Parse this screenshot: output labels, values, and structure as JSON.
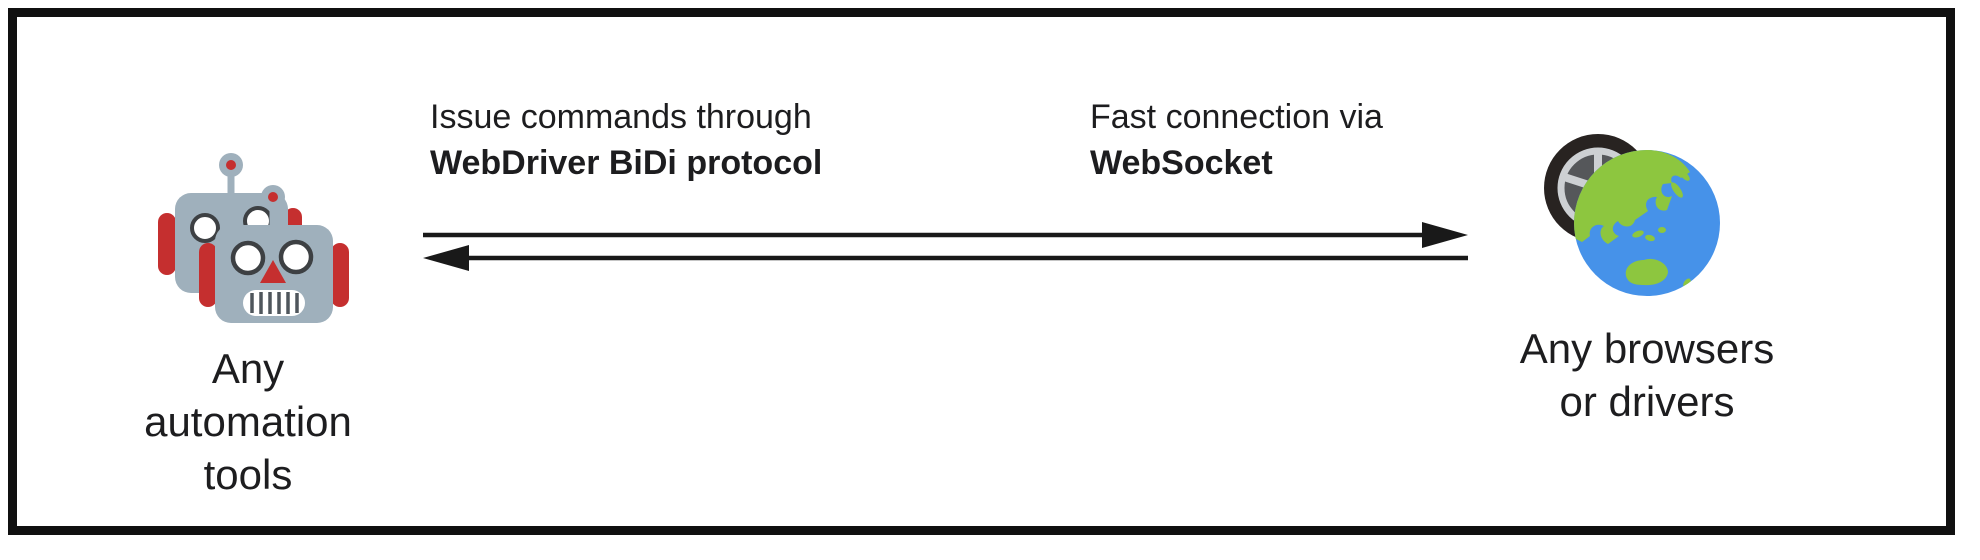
{
  "diagram": {
    "left_node": {
      "icon": "robots-icon",
      "label_lines": [
        "Any",
        "automation",
        "tools"
      ]
    },
    "right_node": {
      "icon": "wheel-globe-icon",
      "label_lines": [
        "Any browsers",
        "or drivers"
      ]
    },
    "annotations": {
      "commands": {
        "line1": "Issue commands through",
        "line2": "WebDriver BiDi protocol"
      },
      "connection": {
        "line1": "Fast connection via",
        "line2": "WebSocket"
      }
    },
    "arrows": {
      "top_direction": "left-to-right",
      "bottom_direction": "right-to-left"
    },
    "colors": {
      "border": "#101010",
      "text": "#1d1d1f",
      "arrow": "#191919",
      "robot_gray": "#9fb0bc",
      "robot_red": "#c52f2f",
      "globe_ocean": "#4692e9",
      "globe_land": "#8dc63f",
      "tire_dark": "#282321",
      "rim_silver": "#cdd0d3"
    }
  }
}
